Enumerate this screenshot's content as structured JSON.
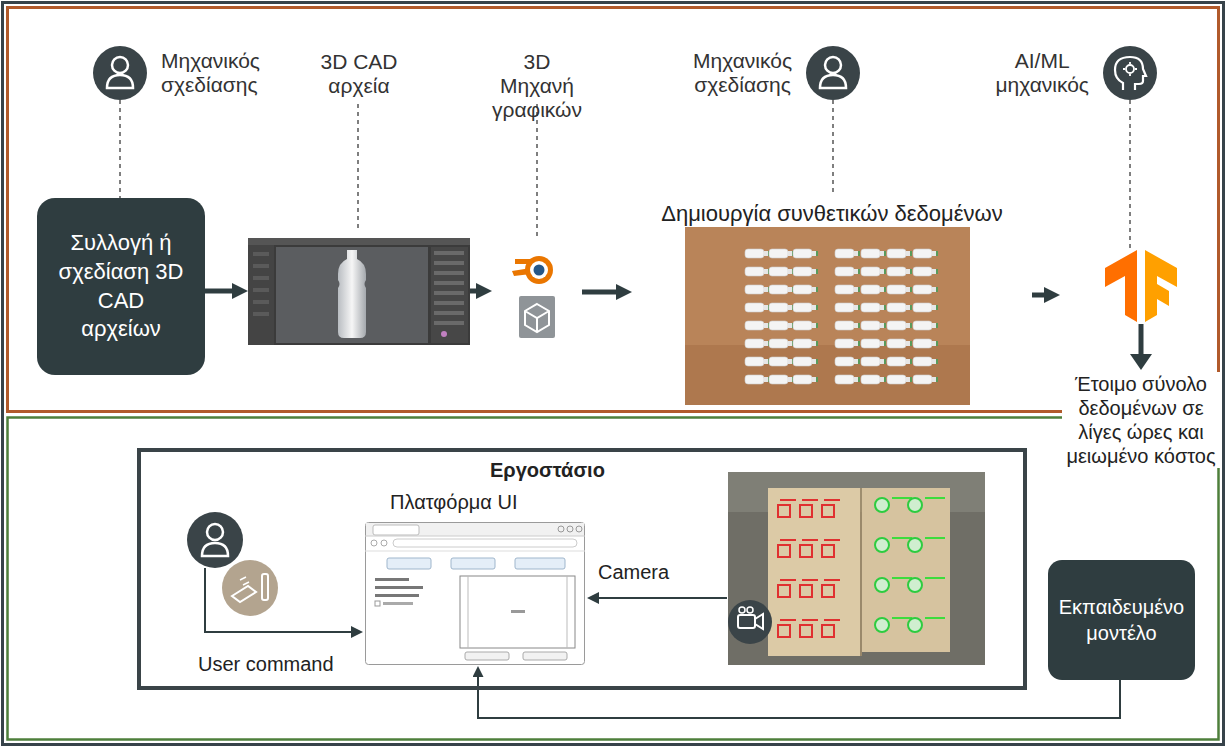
{
  "diagram": {
    "nodes": [
      {
        "text": [
          "Μηχανικός σχεδίασης"
        ]
      },
      {
        "text": [
          "Συλλογή ή σχεδίαση 3D CAD αρχείων"
        ]
      },
      {
        "text": [
          "3D CAD αρχεία"
        ]
      },
      {
        "text": [
          "3D Μηχανή γραφικών"
        ]
      },
      {
        "text": [
          "Μηχανικός σχεδίασης"
        ]
      },
      {
        "text": [
          "Δημιουργία συνθετικών δεδομένων"
        ]
      },
      {
        "text": [
          "AI/ML μηχανικός"
        ]
      },
      {
        "text": [
          "Έτοιμο σύνολο δεδομένων σε λίγες ώρες και μειωμένο κόστος"
        ]
      },
      {
        "text": [
          "Εργοστάσιο"
        ]
      },
      {
        "text": [
          "Πλατφόρμα UI"
        ],
        "in": 8
      },
      {
        "text": [
          "Εκπαιδευμένο μοντέλο"
        ]
      }
    ],
    "edges": [
      {
        "from": 0,
        "to": 1,
        "arrow": "none"
      },
      {
        "from": 1,
        "to": 2,
        "arrow": "to"
      },
      {
        "from": 2,
        "to": 3,
        "arrow": "to"
      },
      {
        "from": 3,
        "to": 5,
        "arrow": "to"
      },
      {
        "from": 4,
        "to": 5,
        "arrow": "none"
      },
      {
        "from": 5,
        "to": 7,
        "arrow": "to"
      },
      {
        "from": 6,
        "to": 7,
        "arrow": "none"
      },
      {
        "from": 10,
        "to": 9,
        "arrow": "to"
      }
    ],
    "labels": [
      "User command",
      "Camera"
    ]
  }
}
